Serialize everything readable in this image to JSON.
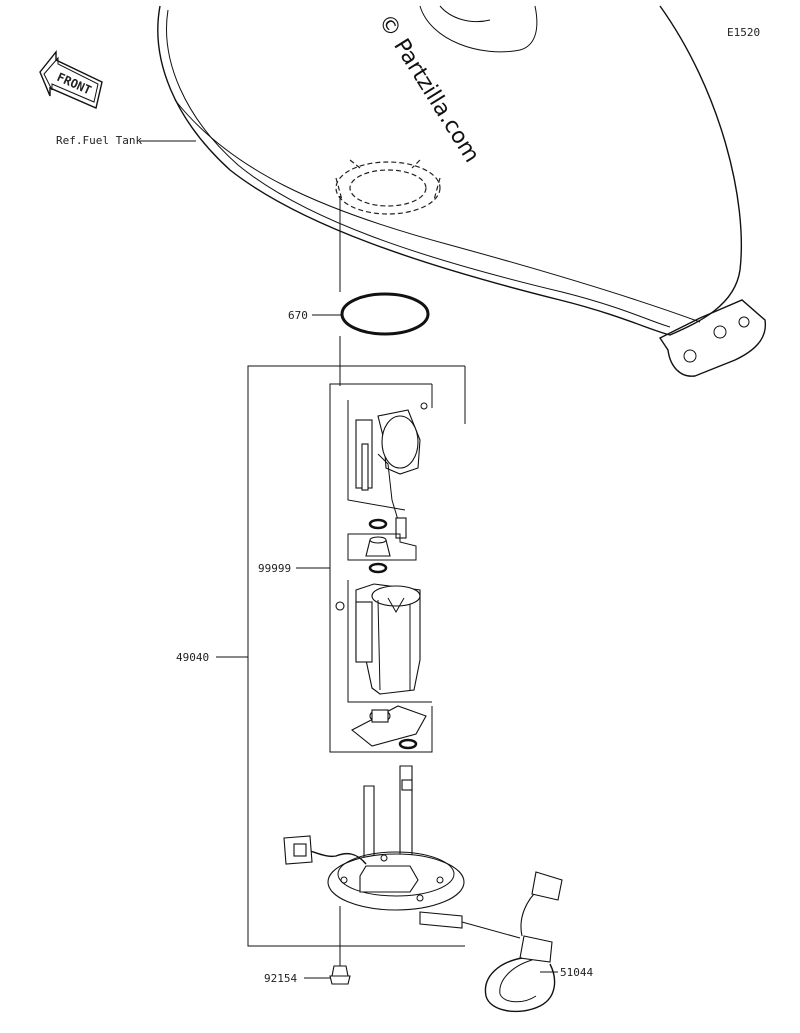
{
  "diagram": {
    "code": "E1520",
    "watermark": "© Partzilla.com",
    "front_label": "FRONT",
    "callouts": {
      "fuel_tank": "Ref.Fuel Tank",
      "o_ring": "670",
      "pump_parts": "99999",
      "pump_assy": "49040",
      "bolt": "92154",
      "hose": "51044"
    }
  }
}
